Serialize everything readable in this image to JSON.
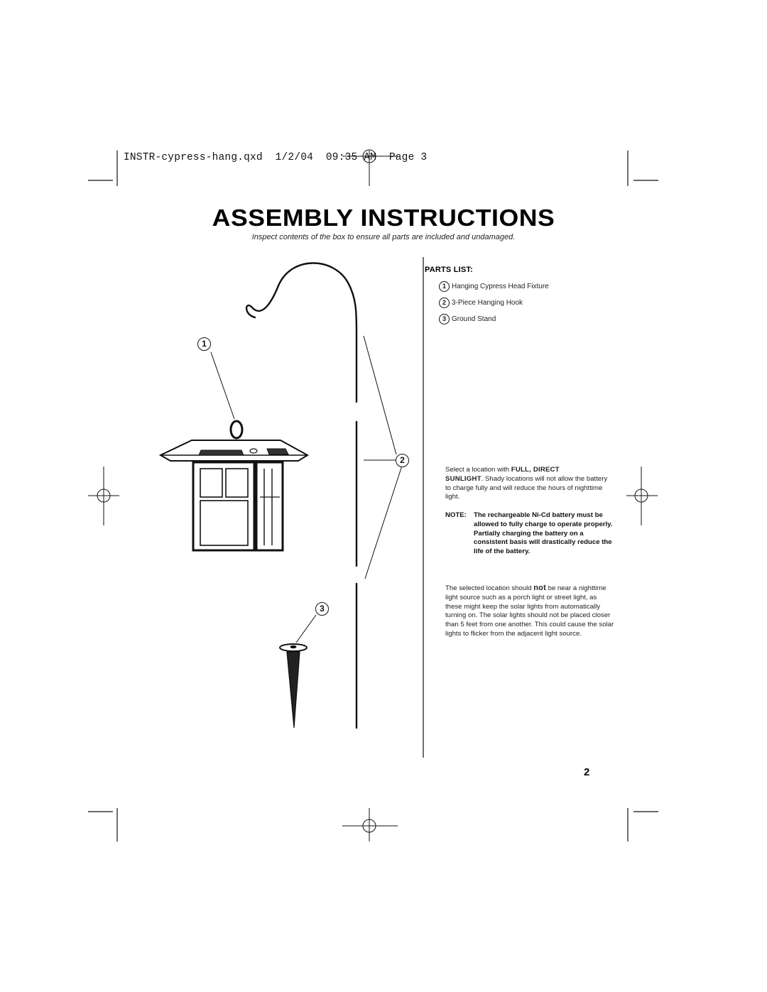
{
  "slug": "INSTR-cypress-hang.qxd  1/2/04  09:35 AM  Page 3",
  "title": "ASSEMBLY INSTRUCTIONS",
  "subtitle": "Inspect contents of the box to ensure all parts are included and undamaged.",
  "parts_list": {
    "heading": "PARTS LIST:",
    "items": [
      {
        "number": "1",
        "label": "Hanging Cypress Head Fixture"
      },
      {
        "number": "2",
        "label": "3-Piece Hanging Hook"
      },
      {
        "number": "3",
        "label": "Ground Stand"
      }
    ]
  },
  "callouts": [
    "1",
    "2",
    "3"
  ],
  "location_text": {
    "part1": "Select a location with ",
    "emphasis1": "FULL, DIRECT",
    "emphasis2": "SUNLIGHT",
    "part2": ". Shady locations will not allow the battery to charge fully and will reduce the hours of nighttime light."
  },
  "note": {
    "label": "NOTE:",
    "text": "The rechargeable Ni-Cd battery must be allowed to fully charge to operate properly. Partially charging the battery on a consistent basis will drastically reduce the life of the battery."
  },
  "placement_text": {
    "part1": "The selected location should ",
    "emphasis": "not",
    "part2": " be near a nighttime light source such as a porch light or street light, as these might keep the solar lights from automatically turning on. The solar lights should not be placed closer than 5 feet from one another. This could cause the solar lights to flicker from the adjacent light source."
  },
  "page_number": "2"
}
